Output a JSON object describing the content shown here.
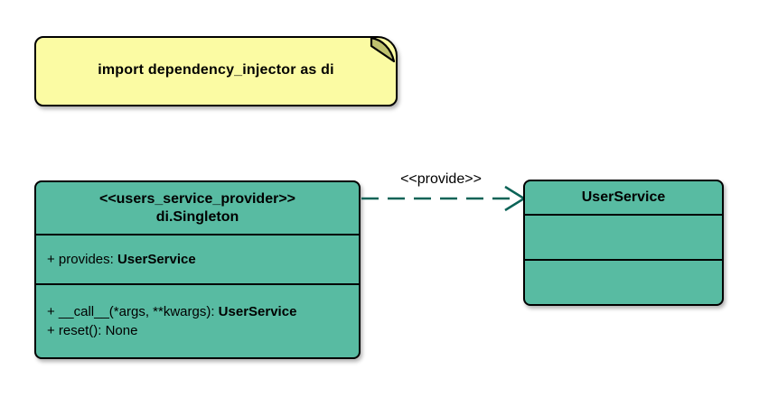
{
  "note": {
    "text": "import dependency_injector as di"
  },
  "provider_class": {
    "stereotype": "<<users_service_provider>>",
    "name": "di.Singleton",
    "attributes": [
      {
        "text": "+ provides: ",
        "type": "UserService"
      }
    ],
    "methods": [
      {
        "text": "+ __call__(*args, **kwargs): ",
        "type": "UserService"
      },
      {
        "text": "+ reset(): None",
        "type": ""
      }
    ]
  },
  "service_class": {
    "name": "UserService"
  },
  "relation": {
    "label": "<<provide>>"
  },
  "colors": {
    "background": "#FFFFFF",
    "class_fill": "#58BBA2",
    "note_fill": "#FBFBA3",
    "note_fold": "#BFC26F",
    "arrow_stroke": "#0B6357",
    "border": "#000000"
  }
}
